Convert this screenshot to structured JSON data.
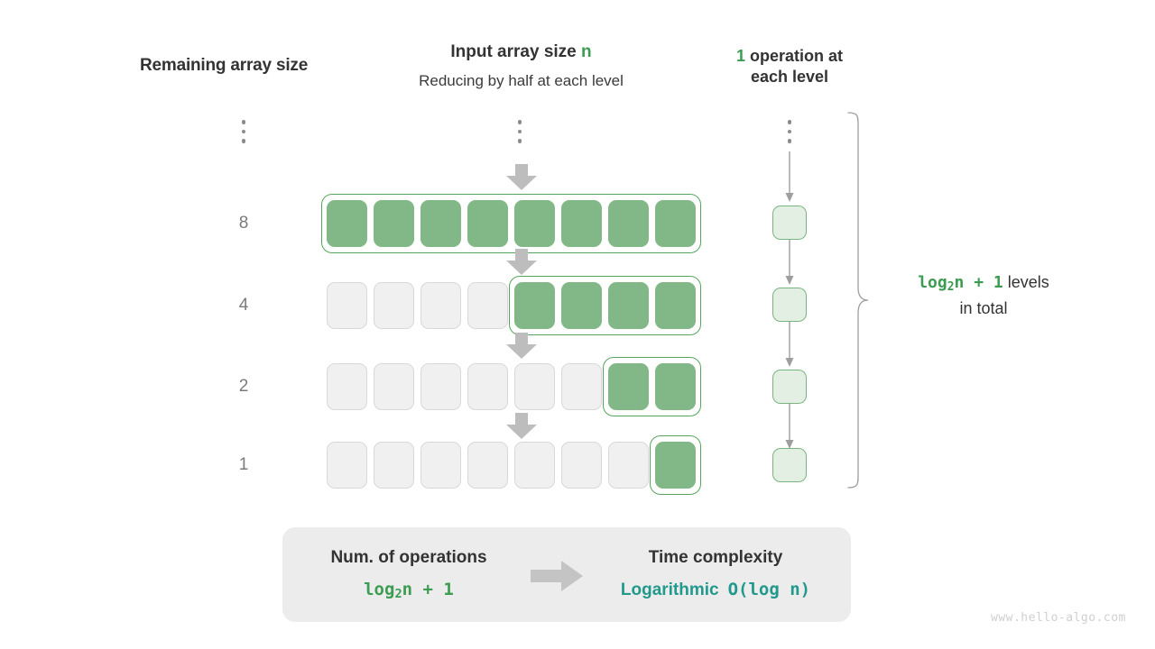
{
  "headers": {
    "left": "Remaining array size",
    "mid_title_text": "Input array size ",
    "mid_title_var": "n",
    "mid_sub": "Reducing by half at each level",
    "right_count": "1",
    "right_text_line1": " operation at",
    "right_text_line2": "each level"
  },
  "ellipsis": {
    "label": "vertical-ellipsis"
  },
  "rows": [
    {
      "label": "8",
      "total_cells": 8,
      "filled_cells": 8
    },
    {
      "label": "4",
      "total_cells": 8,
      "filled_cells": 4
    },
    {
      "label": "2",
      "total_cells": 8,
      "filled_cells": 2
    },
    {
      "label": "1",
      "total_cells": 8,
      "filled_cells": 1
    }
  ],
  "operations": {
    "boxes_count": 4,
    "note": "one operation box per level"
  },
  "right_caption": {
    "formula": "log",
    "formula_sub": "2",
    "formula_rest": "n + 1",
    "line1_tail": "  levels",
    "line2": "in total"
  },
  "summary": {
    "left_title": "Num. of operations",
    "left_value_prefix": "log",
    "left_value_sub": "2",
    "left_value_rest": "n + 1",
    "arrow": "right-arrow",
    "right_title": "Time complexity",
    "right_value_word": "Logarithmic",
    "right_value_code": "O(log n)"
  },
  "watermark": "www.hello-algo.com",
  "colors": {
    "green_fill": "#82b887",
    "green_stroke": "#56a55f",
    "green_text": "#3c9d52",
    "light_green_fill": "#e4efe3",
    "empty_fill": "#f0f0f0",
    "empty_stroke": "#d8d8d8",
    "gray_arrow": "#bdbdbd",
    "teal": "#22998c",
    "panel_bg": "#ececec",
    "label_gray": "#7b7b7b"
  }
}
